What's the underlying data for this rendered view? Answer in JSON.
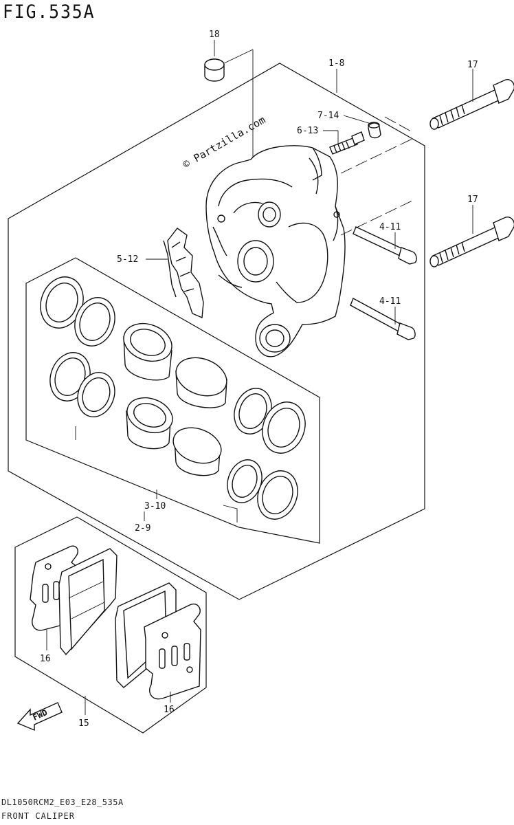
{
  "figure": {
    "title": "FIG.535A",
    "model_code": "DL1050RCM2_E03_E28_535A",
    "name": "FRONT CALIPER",
    "watermark": "© Partzilla.com"
  },
  "callouts": [
    {
      "id": "c18",
      "label": "18"
    },
    {
      "id": "c1-8",
      "label": "1-8"
    },
    {
      "id": "c17a",
      "label": "17"
    },
    {
      "id": "c7-14",
      "label": "7-14"
    },
    {
      "id": "c6-13",
      "label": "6-13"
    },
    {
      "id": "c17b",
      "label": "17"
    },
    {
      "id": "c4-11a",
      "label": "4-11"
    },
    {
      "id": "c5-12",
      "label": "5-12"
    },
    {
      "id": "c4-11b",
      "label": "4-11"
    },
    {
      "id": "c3-10",
      "label": "3-10"
    },
    {
      "id": "c2-9",
      "label": "2-9"
    },
    {
      "id": "c16a",
      "label": "16"
    },
    {
      "id": "c16b",
      "label": "16"
    },
    {
      "id": "c15",
      "label": "15"
    }
  ],
  "fwd_label": "FWD"
}
